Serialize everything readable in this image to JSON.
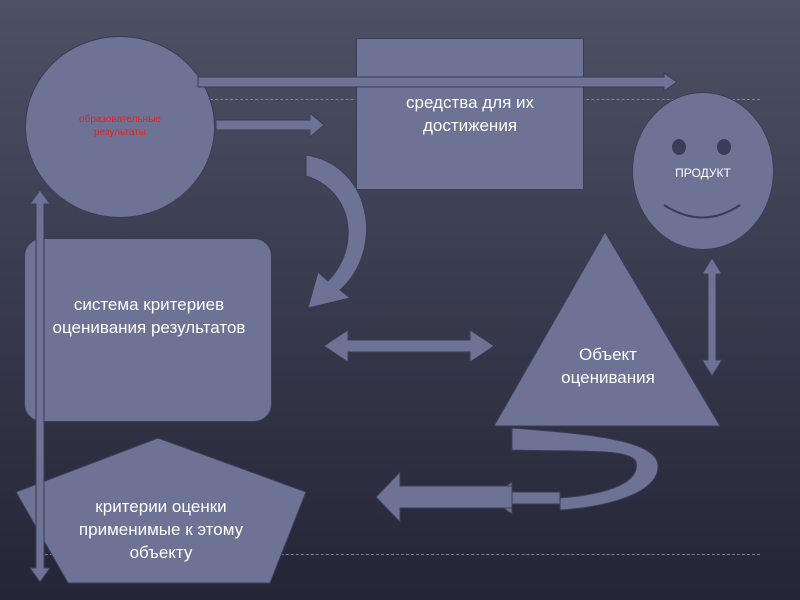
{
  "diagram": {
    "circle_results": "образовательные результаты",
    "rect_means": "средства для их достижения",
    "product": "ПРОДУКТ",
    "criteria_system": "система критериев оценивания результатов",
    "object_evaluation": "Объект оценивания",
    "pentagon_criteria": "критерии оценки применимые к этому объекту"
  },
  "colors": {
    "shape_fill": "#6e7396",
    "shape_stroke": "#3a3d58",
    "circle_text": "#e0241f",
    "text": "#ffffff"
  }
}
